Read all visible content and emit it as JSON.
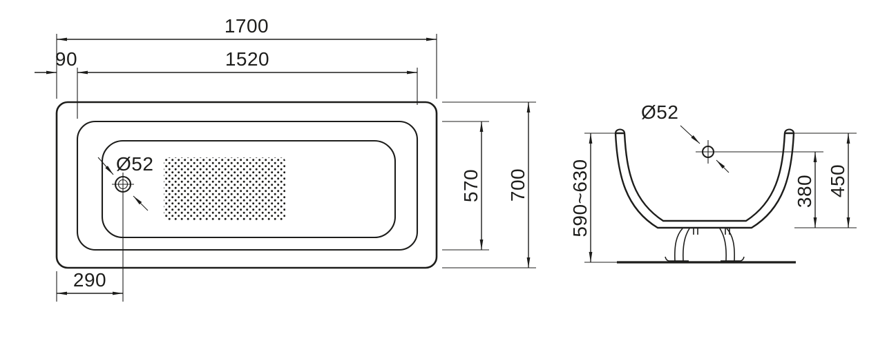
{
  "drawing": {
    "type": "bathtub technical installation drawing",
    "colors": {
      "line": "#1d1d1b",
      "background": "#ffffff"
    },
    "top_view": {
      "dims": {
        "total_length": "1700",
        "inner_length": "1520",
        "rim_offset": "90",
        "inner_width": "570",
        "total_width": "700",
        "drain_offset": "290",
        "drain_diameter": "Ø52"
      }
    },
    "section_view": {
      "dims": {
        "drain_diameter": "Ø52",
        "installation_height": "590~630",
        "inner_depth": "380",
        "body_height": "450"
      }
    }
  }
}
